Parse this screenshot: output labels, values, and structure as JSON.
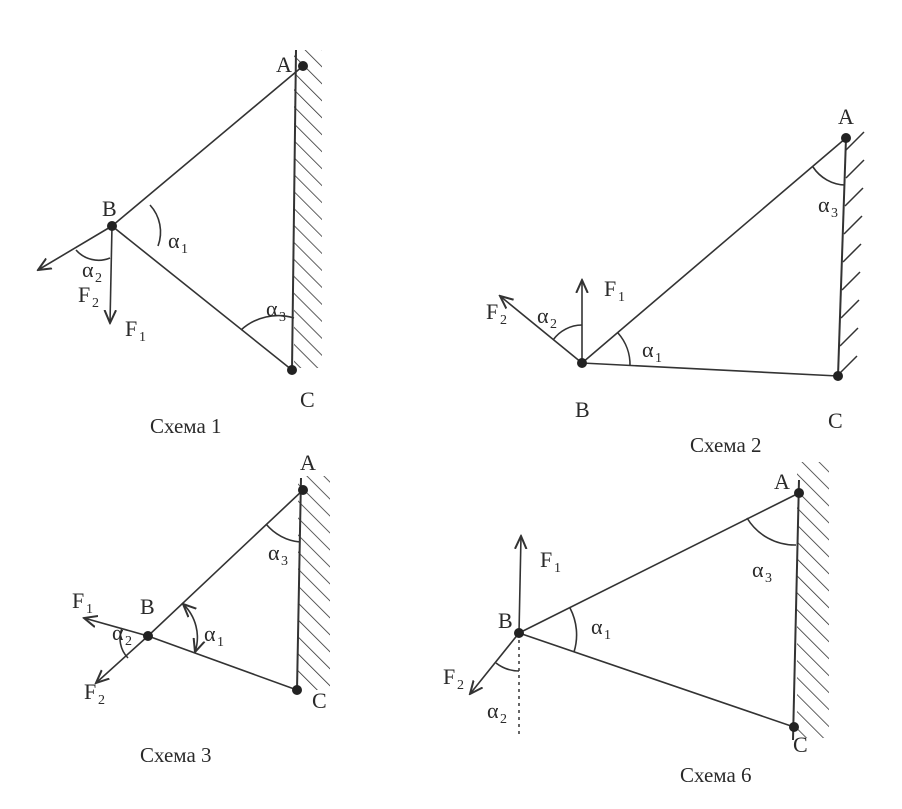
{
  "schemes": [
    {
      "caption": "Схема 1",
      "points": {
        "A": "A",
        "B": "B",
        "C": "C"
      },
      "forces": [
        {
          "name": "F",
          "sub": "1"
        },
        {
          "name": "F",
          "sub": "2"
        }
      ],
      "angles": [
        {
          "name": "α",
          "sub": "1"
        },
        {
          "name": "α",
          "sub": "2"
        },
        {
          "name": "α",
          "sub": "3"
        }
      ]
    },
    {
      "caption": "Схема 2",
      "points": {
        "A": "A",
        "B": "B",
        "C": "C"
      },
      "forces": [
        {
          "name": "F",
          "sub": "1"
        },
        {
          "name": "F",
          "sub": "2"
        }
      ],
      "angles": [
        {
          "name": "α",
          "sub": "1"
        },
        {
          "name": "α",
          "sub": "2"
        },
        {
          "name": "α",
          "sub": "3"
        }
      ]
    },
    {
      "caption": "Схема 3",
      "points": {
        "A": "A",
        "B": "B",
        "C": "C"
      },
      "forces": [
        {
          "name": "F",
          "sub": "1"
        },
        {
          "name": "F",
          "sub": "2"
        }
      ],
      "angles": [
        {
          "name": "α",
          "sub": "1"
        },
        {
          "name": "α",
          "sub": "2"
        },
        {
          "name": "α",
          "sub": "3"
        }
      ]
    },
    {
      "caption": "Схема 6",
      "points": {
        "A": "A",
        "B": "B",
        "C": "C"
      },
      "forces": [
        {
          "name": "F",
          "sub": "1"
        },
        {
          "name": "F",
          "sub": "2"
        }
      ],
      "angles": [
        {
          "name": "α",
          "sub": "1"
        },
        {
          "name": "α",
          "sub": "2"
        },
        {
          "name": "α",
          "sub": "3"
        }
      ]
    }
  ]
}
